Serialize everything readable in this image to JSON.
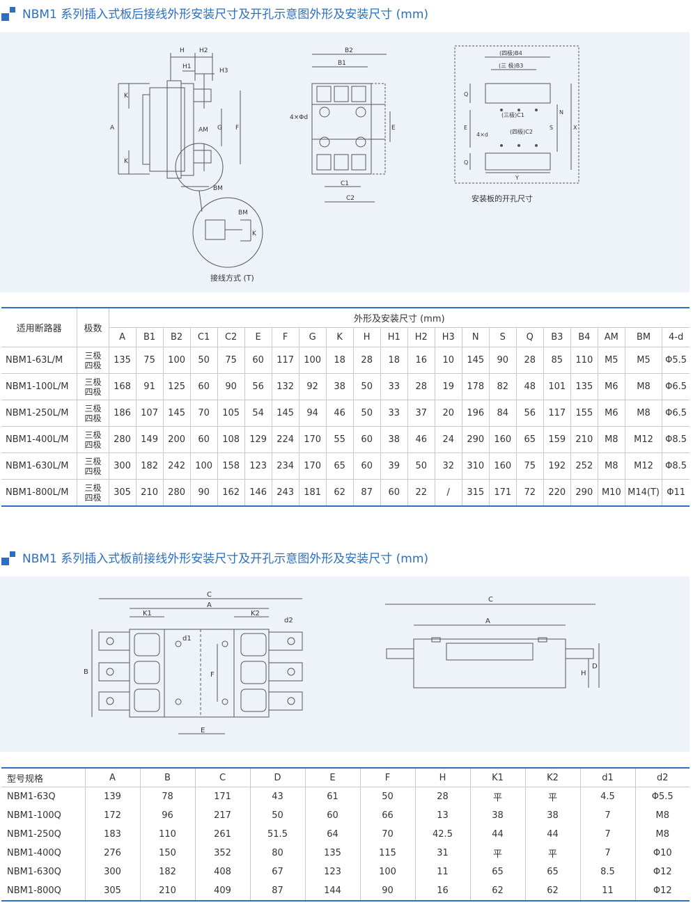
{
  "section1": {
    "title": "NBM1 系列插入式板后接线外形安装尺寸及开孔示意图外形及安装尺寸 (mm)",
    "caption_wiring": "接线方式 (T)",
    "caption_cutout": "安装板的开孔尺寸",
    "labels": {
      "H": "H",
      "H1": "H1",
      "H2": "H2",
      "H3": "H3",
      "K": "K",
      "A": "A",
      "G": "G",
      "F": "F",
      "AM": "AM",
      "BM": "BM",
      "B1": "B1",
      "B2": "B2",
      "C1": "C1",
      "C2": "C2",
      "E": "E",
      "hole": "4×Φd",
      "B4": "(四极)B4",
      "B3": "(三 极)B3",
      "C1_3": "(三极)C1",
      "C2_4": "(四极)C2",
      "hole2": "4×d",
      "Q": "Q",
      "N": "N",
      "S": "S",
      "X": "X",
      "Y": "Y"
    },
    "table": {
      "header_model": "适用断路器",
      "header_poles": "极数",
      "header_group": "外形及安装尺寸 (mm)",
      "columns": [
        "A",
        "B1",
        "B2",
        "C1",
        "C2",
        "E",
        "F",
        "G",
        "K",
        "H",
        "H1",
        "H2",
        "H3",
        "N",
        "S",
        "Q",
        "B3",
        "B4",
        "AM",
        "BM",
        "4-d"
      ],
      "rows": [
        {
          "model": "NBM1-63L/M",
          "poles": [
            "三极",
            "四极"
          ],
          "values": [
            "135",
            "75",
            "100",
            "50",
            "75",
            "60",
            "117",
            "100",
            "18",
            "28",
            "18",
            "16",
            "10",
            "145",
            "90",
            "28",
            "85",
            "110",
            "M5",
            "M5",
            "Φ5.5"
          ]
        },
        {
          "model": "NBM1-100L/M",
          "poles": [
            "三极",
            "四极"
          ],
          "values": [
            "168",
            "91",
            "125",
            "60",
            "90",
            "56",
            "132",
            "92",
            "38",
            "50",
            "33",
            "28",
            "19",
            "178",
            "82",
            "48",
            "101",
            "135",
            "M6",
            "M8",
            "Φ6.5"
          ]
        },
        {
          "model": "NBM1-250L/M",
          "poles": [
            "三极",
            "四极"
          ],
          "values": [
            "186",
            "107",
            "145",
            "70",
            "105",
            "54",
            "145",
            "94",
            "46",
            "50",
            "33",
            "37",
            "20",
            "196",
            "84",
            "56",
            "117",
            "155",
            "M6",
            "M8",
            "Φ6.5"
          ]
        },
        {
          "model": "NBM1-400L/M",
          "poles": [
            "三极",
            "四极"
          ],
          "values": [
            "280",
            "149",
            "200",
            "60",
            "108",
            "129",
            "224",
            "170",
            "55",
            "60",
            "38",
            "46",
            "24",
            "290",
            "160",
            "65",
            "159",
            "210",
            "M8",
            "M12",
            "Φ8.5"
          ]
        },
        {
          "model": "NBM1-630L/M",
          "poles": [
            "三极",
            "四极"
          ],
          "values": [
            "300",
            "182",
            "242",
            "100",
            "158",
            "123",
            "234",
            "170",
            "65",
            "60",
            "39",
            "50",
            "32",
            "310",
            "160",
            "75",
            "192",
            "252",
            "M8",
            "M12",
            "Φ8.5"
          ]
        },
        {
          "model": "NBM1-800L/M",
          "poles": [
            "三极",
            "四极"
          ],
          "values": [
            "305",
            "210",
            "280",
            "90",
            "162",
            "146",
            "243",
            "181",
            "62",
            "87",
            "60",
            "22",
            "/",
            "315",
            "171",
            "72",
            "220",
            "290",
            "M10",
            "M14(T)",
            "Φ11"
          ]
        }
      ]
    }
  },
  "section2": {
    "title": "NBM1 系列插入式板前接线外形安装尺寸及开孔示意图外形及安装尺寸 (mm)",
    "labels": {
      "C": "C",
      "A": "A",
      "K1": "K1",
      "K2": "K2",
      "d1": "d1",
      "d2": "d2",
      "B": "B",
      "F": "F",
      "E": "E",
      "H": "H",
      "D": "D"
    },
    "table": {
      "columns": [
        "型号规格",
        "A",
        "B",
        "C",
        "D",
        "E",
        "F",
        "H",
        "K1",
        "K2",
        "d1",
        "d2"
      ],
      "rows": [
        [
          "NBM1-63Q",
          "139",
          "78",
          "171",
          "43",
          "61",
          "50",
          "28",
          "平",
          "平",
          "4.5",
          "Φ5.5"
        ],
        [
          "NBM1-100Q",
          "172",
          "96",
          "217",
          "50",
          "60",
          "66",
          "13",
          "38",
          "38",
          "7",
          "M8"
        ],
        [
          "NBM1-250Q",
          "183",
          "110",
          "261",
          "51.5",
          "64",
          "70",
          "42.5",
          "44",
          "44",
          "7",
          "M8"
        ],
        [
          "NBM1-400Q",
          "276",
          "150",
          "352",
          "80",
          "135",
          "115",
          "31",
          "平",
          "平",
          "7",
          "Φ10"
        ],
        [
          "NBM1-630Q",
          "300",
          "182",
          "408",
          "67",
          "123",
          "100",
          "11",
          "65",
          "65",
          "8.5",
          "Φ12"
        ],
        [
          "NBM1-800Q",
          "305",
          "210",
          "409",
          "87",
          "144",
          "90",
          "16",
          "62",
          "62",
          "11",
          "Φ12"
        ]
      ]
    }
  }
}
